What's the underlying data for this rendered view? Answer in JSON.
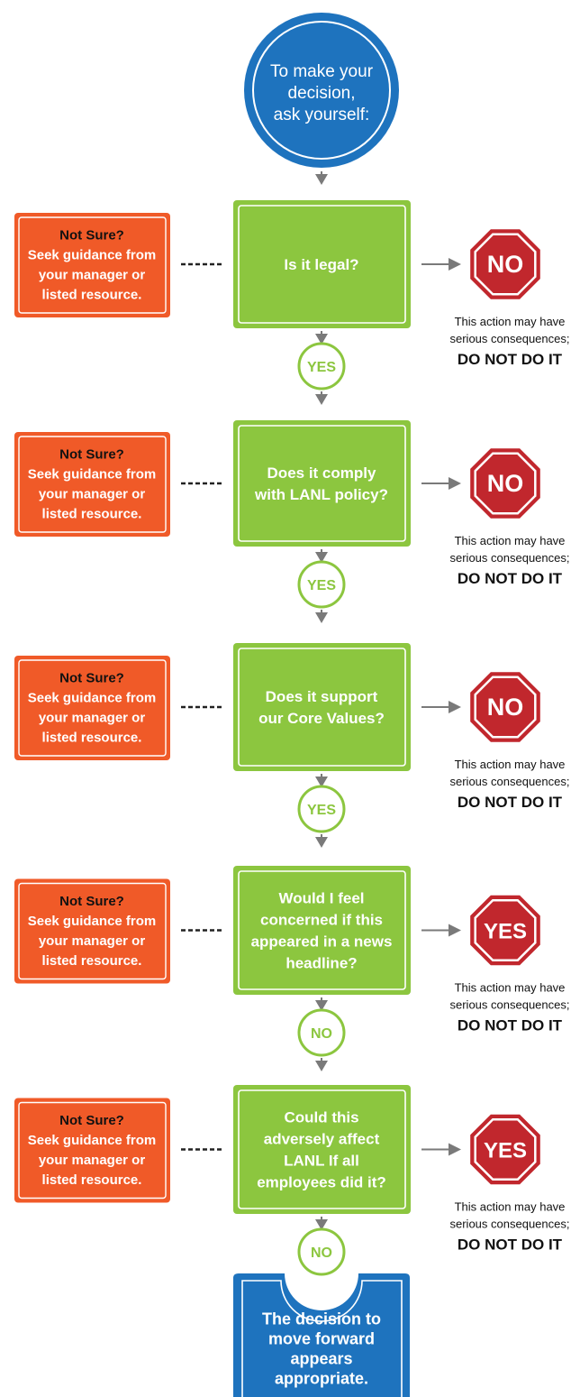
{
  "colors": {
    "blue": "#1e73be",
    "green": "#8cc63f",
    "orange": "#f05a28",
    "red": "#c1272d",
    "gray_arrow": "#7a7a7a",
    "text_dark": "#111111"
  },
  "start": {
    "lines": [
      "To make your",
      "decision,",
      "ask yourself:"
    ]
  },
  "steps": [
    {
      "question": [
        "Is it legal?"
      ],
      "not_sure": [
        "Not Sure?",
        "Seek guidance from",
        "your manager or",
        "listed resource."
      ],
      "stop_label": "NO",
      "continue_label": "YES",
      "warning": [
        "This action may have",
        "serious consequences;"
      ],
      "warning_emphasis": "DO NOT DO IT"
    },
    {
      "question": [
        "Does it comply",
        "with LANL policy?"
      ],
      "not_sure": [
        "Not Sure?",
        "Seek guidance from",
        "your manager or",
        "listed resource."
      ],
      "stop_label": "NO",
      "continue_label": "YES",
      "warning": [
        "This action may have",
        "serious consequences;"
      ],
      "warning_emphasis": "DO NOT DO IT"
    },
    {
      "question": [
        "Does it support",
        "our Core Values?"
      ],
      "not_sure": [
        "Not Sure?",
        "Seek guidance from",
        "your manager or",
        "listed resource."
      ],
      "stop_label": "NO",
      "continue_label": "YES",
      "warning": [
        "This action may have",
        "serious consequences;"
      ],
      "warning_emphasis": "DO NOT DO IT"
    },
    {
      "question": [
        "Would I feel",
        "concerned if this",
        "appeared in a news",
        "headline?"
      ],
      "not_sure": [
        "Not Sure?",
        "Seek guidance from",
        "your manager or",
        "listed resource."
      ],
      "stop_label": "YES",
      "continue_label": "NO",
      "warning": [
        "This action may have",
        "serious consequences;"
      ],
      "warning_emphasis": "DO NOT DO IT"
    },
    {
      "question": [
        "Could this",
        "adversely affect",
        "LANL If all",
        "employees did it?"
      ],
      "not_sure": [
        "Not Sure?",
        "Seek guidance from",
        "your manager or",
        "listed resource."
      ],
      "stop_label": "YES",
      "continue_label": "NO",
      "warning": [
        "This action may have",
        "serious consequences;"
      ],
      "warning_emphasis": "DO NOT DO IT"
    }
  ],
  "end": {
    "lines": [
      "The decision to",
      "move forward",
      "appears",
      "appropriate."
    ]
  }
}
